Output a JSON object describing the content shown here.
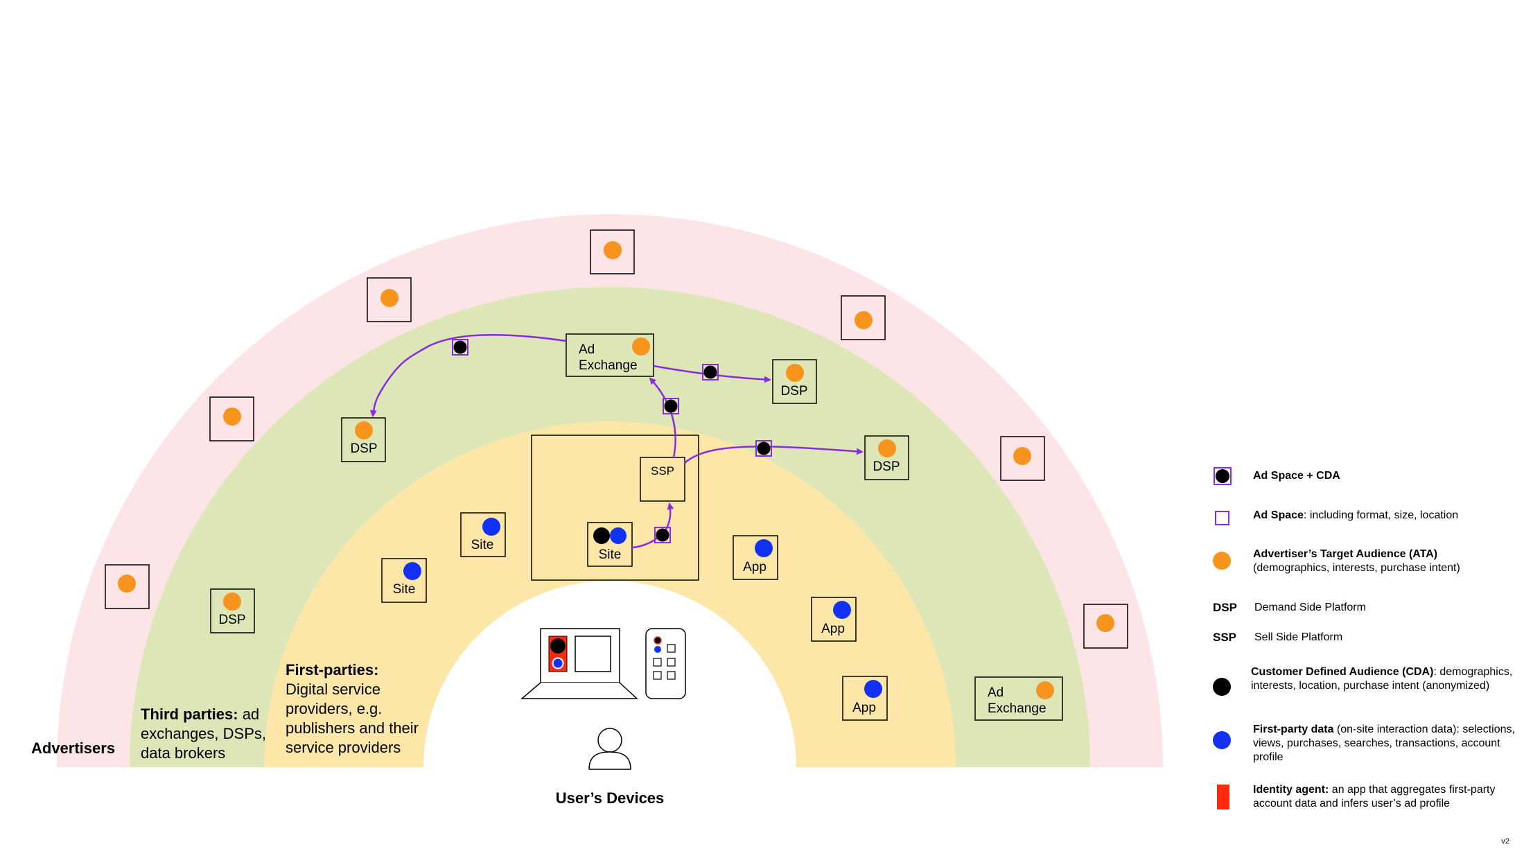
{
  "colors": {
    "advertisers_ring": "#fde4e6",
    "third_party_ring": "#dde6b7",
    "first_party_ring": "#fde7a8",
    "target_audience": "#f7941d",
    "first_party_data": "#1132f5",
    "identity_agent": "#ff2a0e",
    "ad_space": "#8a2be2",
    "cda": "#000000"
  },
  "rings": {
    "advertisers": "Advertisers",
    "third_parties_bold": "Third parties:",
    "third_parties_rest_1": " ad",
    "third_parties_rest_2": "exchanges, DSPs,",
    "third_parties_rest_3": "data brokers",
    "first_parties_bold": "First-parties:",
    "first_parties_line_1": "Digital service",
    "first_parties_line_2": "providers, e.g.",
    "first_parties_line_3": "publishers and their",
    "first_parties_line_4": "service providers",
    "users_devices": "User’s Devices"
  },
  "nodes": {
    "ad_exchange_line_1": "Ad",
    "ad_exchange_line_2": "Exchange",
    "dsp": "DSP",
    "ssp": "SSP",
    "site": "Site",
    "app": "App"
  },
  "legend": [
    {
      "symbol": "ad-space-cda-icon",
      "bold": "Ad Space + CDA",
      "text": ""
    },
    {
      "symbol": "ad-space-icon",
      "bold": "Ad Space",
      "text": ": including format, size, location"
    },
    {
      "symbol": "target-audience-icon",
      "bold": "Advertiser’s Target Audience (ATA)",
      "text": "(demographics, interests, purchase intent)"
    },
    {
      "symbol": "DSP",
      "bold": "",
      "text": "Demand Side Platform"
    },
    {
      "symbol": "SSP",
      "bold": "",
      "text": "Sell Side Platform"
    },
    {
      "symbol": "cda-icon",
      "bold": "Customer Defined Audience (CDA)",
      "text": ": demographics, interests, location, purchase intent (anonymized)"
    },
    {
      "symbol": "first-party-data-icon",
      "bold": "First-party data",
      "text": " (on-site interaction data): selections, views, purchases, searches, transactions, account profile"
    },
    {
      "symbol": "identity-agent-icon",
      "bold": "Identity agent:",
      "text": " an app that aggregates first-party account data and infers user’s ad profile"
    }
  ],
  "version": "v2"
}
